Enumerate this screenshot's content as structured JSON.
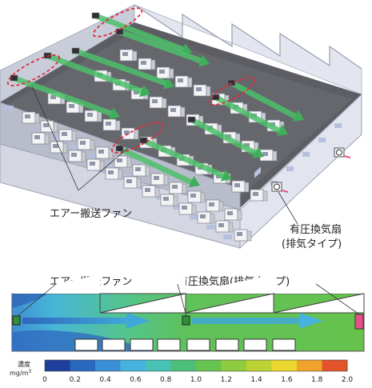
{
  "top_labels": {
    "air_fan": "エアー搬送ファン",
    "exhaust_fan_line1": "有圧換気扇",
    "exhaust_fan_line2": "(排気タイプ)"
  },
  "section_labels": {
    "air_fan": "エアー搬送ファン",
    "exhaust_fan": "有圧換気扇(排気タイプ)"
  },
  "legend": {
    "title": "濃度",
    "unit_prefix": "mg/m",
    "unit_sup": "3",
    "ticks": [
      "0",
      "0.2",
      "0.4",
      "0.6",
      "0.8",
      "1.0",
      "1.2",
      "1.4",
      "1.6",
      "1.8",
      "2.0"
    ],
    "colors": [
      "#1f3f9c",
      "#2a67bf",
      "#3a8fd6",
      "#45b3dd",
      "#46c2b7",
      "#4cbf7a",
      "#66c44e",
      "#8fcb3f",
      "#bdd334",
      "#ead72f",
      "#f0a22c",
      "#e3542a"
    ]
  },
  "colors": {
    "wall": "#d9dce8",
    "floor": "#5a5b60",
    "arrow_green": "#4cc06a",
    "dashed_red": "#e02a3a",
    "exhaust_pink": "#e8508c"
  }
}
